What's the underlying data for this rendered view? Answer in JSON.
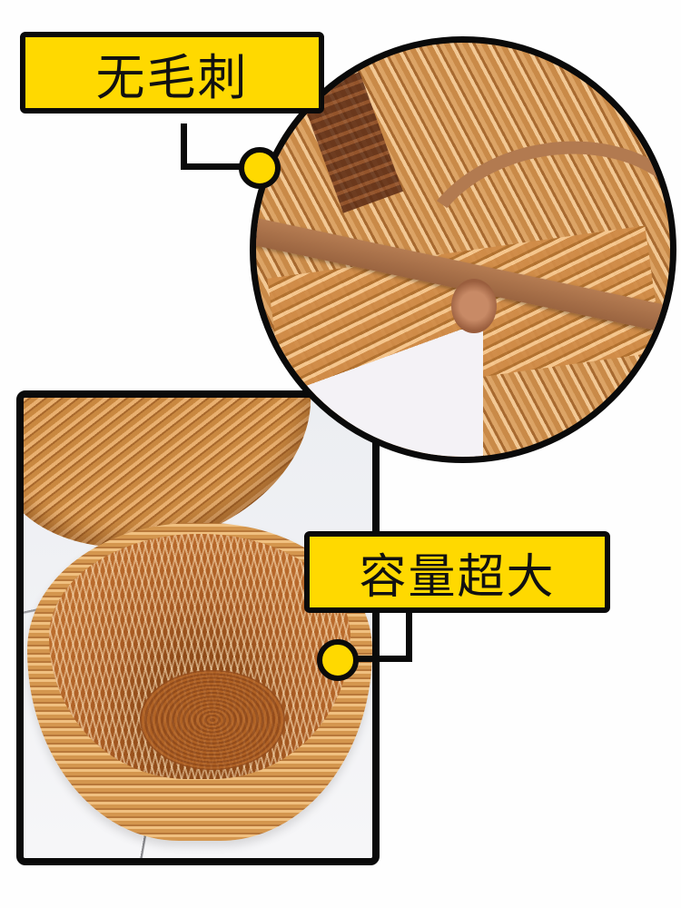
{
  "callouts": [
    {
      "label": "无毛刺",
      "target": "zoom-circle-detail"
    },
    {
      "label": "容量超大",
      "target": "basket-interior"
    }
  ],
  "colors": {
    "label_fill": "#FFD900",
    "outline": "#0A0A0A",
    "background": "#FEFEFE",
    "wicker": "#D4964E"
  }
}
